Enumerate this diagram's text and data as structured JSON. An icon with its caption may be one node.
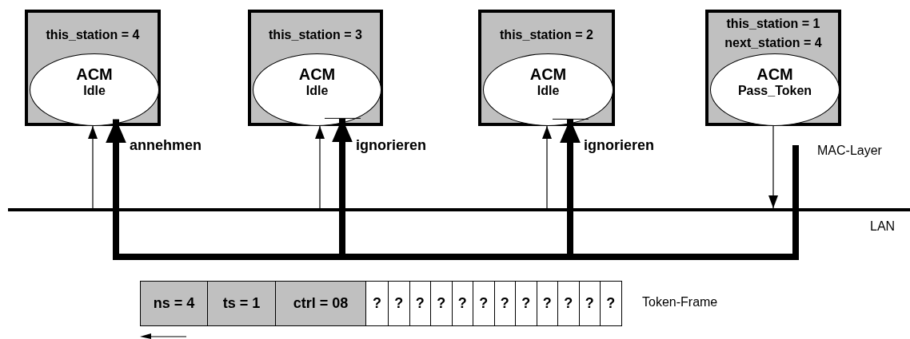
{
  "diagram": {
    "nodes": [
      {
        "text": [
          "this_station = 4"
        ]
      },
      {
        "text": [
          "ACM",
          "Idle"
        ],
        "in": 0
      },
      {
        "text": [
          "this_station = 3"
        ]
      },
      {
        "text": [
          "ACM",
          "Idle"
        ],
        "in": 2
      },
      {
        "text": [
          "this_station = 2"
        ]
      },
      {
        "text": [
          "ACM",
          "Idle"
        ],
        "in": 4
      },
      {
        "text": [
          "this_station = 1",
          "next_station = 4"
        ]
      },
      {
        "text": [
          "ACM",
          "Pass_Token"
        ],
        "in": 6
      },
      {
        "text": [],
        "shape": "bar",
        "beside": [
          "LAN"
        ]
      },
      {
        "text": [
          "ns = 4"
        ]
      },
      {
        "text": [
          "ts = 1"
        ]
      },
      {
        "text": [
          "ctrl = 08"
        ]
      },
      {
        "text": [
          "?"
        ]
      },
      {
        "text": [
          "?"
        ]
      },
      {
        "text": [
          "?"
        ]
      },
      {
        "text": [
          "?"
        ]
      },
      {
        "text": [
          "?"
        ]
      },
      {
        "text": [
          "?"
        ]
      },
      {
        "text": [
          "?"
        ]
      },
      {
        "text": [
          "?"
        ]
      },
      {
        "text": [
          "?"
        ]
      },
      {
        "text": [
          "?"
        ]
      },
      {
        "text": [
          "?"
        ]
      },
      {
        "text": [
          "?"
        ]
      }
    ],
    "edges": [
      {
        "from": 8,
        "to": 1,
        "arrow": "to"
      },
      {
        "from": null,
        "to": 1,
        "arrow": "to",
        "style": "thick",
        "label": "annehmen"
      },
      {
        "from": 8,
        "to": 3,
        "arrow": "to"
      },
      {
        "from": null,
        "to": 3,
        "arrow": "to",
        "style": "thick",
        "label": "ignorieren"
      },
      {
        "from": 8,
        "to": 5,
        "arrow": "to"
      },
      {
        "from": null,
        "to": 5,
        "arrow": "to",
        "style": "thick",
        "label": "ignorieren"
      },
      {
        "from": 7,
        "to": 8,
        "arrow": "to"
      }
    ],
    "labels": [
      "MAC-Layer",
      "Token-Frame"
    ]
  }
}
